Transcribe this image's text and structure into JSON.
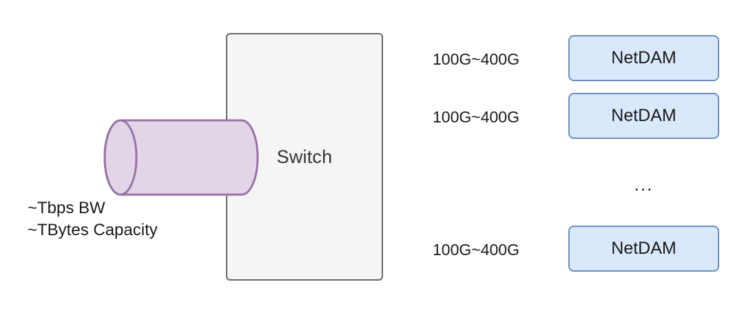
{
  "diagram": {
    "type": "network-architecture",
    "switch": {
      "label": "Switch",
      "fill": "#f5f5f5",
      "stroke": "#666666"
    },
    "memory_pool": {
      "shape": "cylinder",
      "fill": "#e1d5e7",
      "stroke": "#9673a6",
      "annotation_line1": "~Tbps BW",
      "annotation_line2": "~TBytes Capacity"
    },
    "links": [
      {
        "label": "100G~400G",
        "direction": "bidirectional"
      },
      {
        "label": "100G~400G",
        "direction": "bidirectional"
      },
      {
        "label": "100G~400G",
        "direction": "bidirectional"
      }
    ],
    "nodes": [
      {
        "label": "NetDAM",
        "fill": "#dae8fc",
        "stroke": "#6c8ebf"
      },
      {
        "label": "NetDAM",
        "fill": "#dae8fc",
        "stroke": "#6c8ebf"
      },
      {
        "label": "NetDAM",
        "fill": "#dae8fc",
        "stroke": "#6c8ebf"
      }
    ],
    "ellipsis": "..."
  }
}
